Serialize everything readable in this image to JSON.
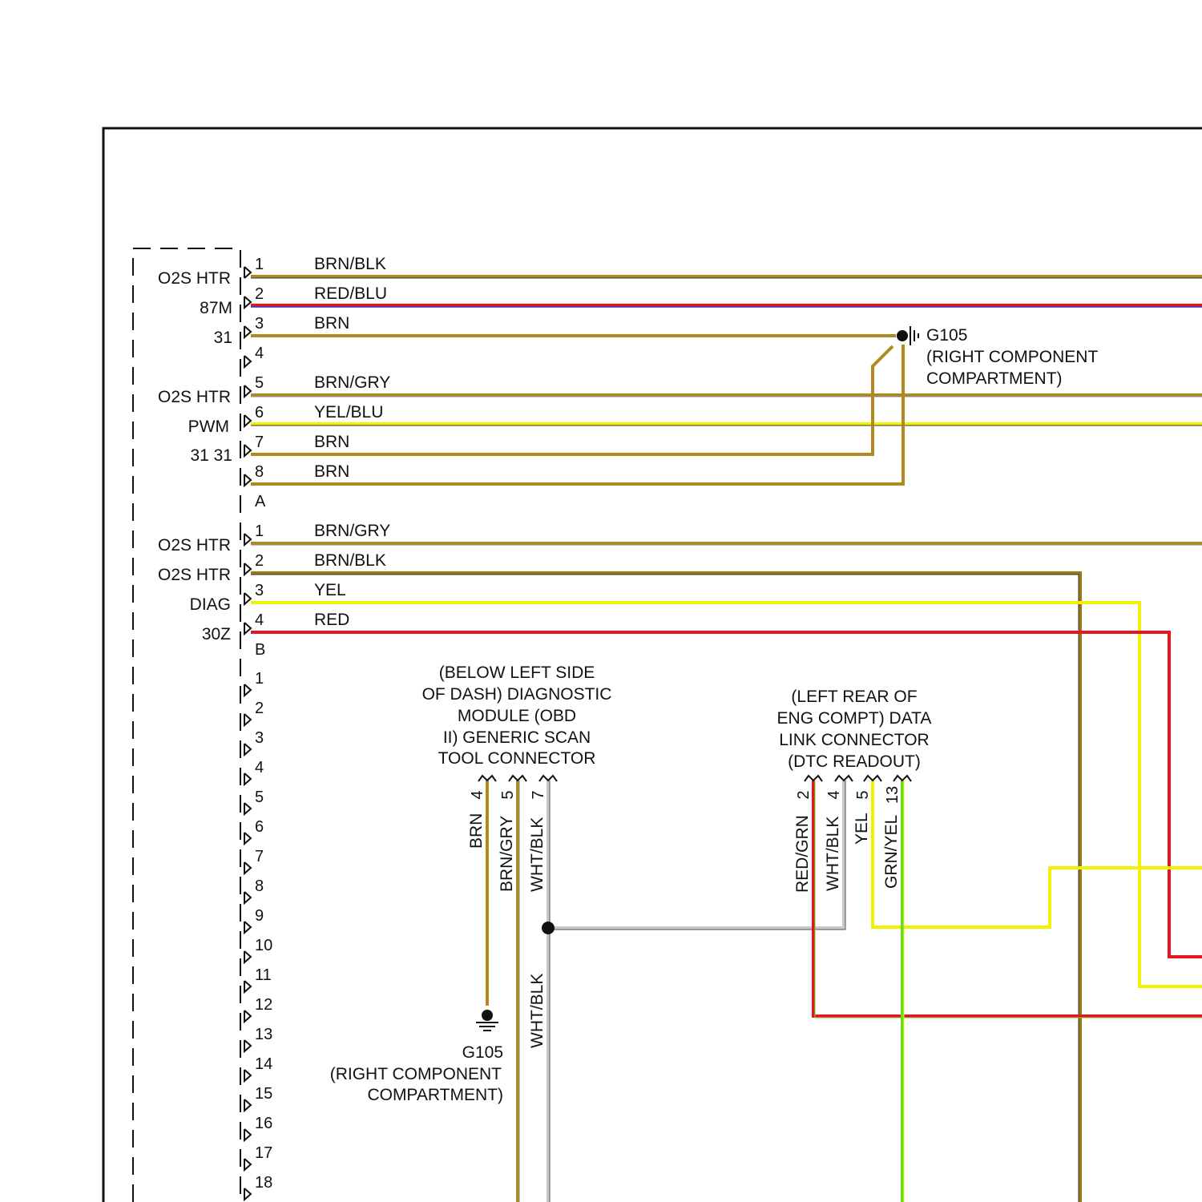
{
  "colors": {
    "brn": "#b08a1e",
    "brn_dark": "#9a7a18",
    "blk": "#333333",
    "gry": "#8a8a8a",
    "red": "#e8141c",
    "blu": "#3030d0",
    "yel": "#f2f200",
    "yel_dark": "#e8e000",
    "grn": "#66dd22",
    "wht": "#d0d0d0",
    "frame": "#111111"
  },
  "connector_a": {
    "letter": "A",
    "labels": [
      "O2S HTR",
      "87M",
      "31",
      "O2S HTR",
      "PWM",
      "31 31"
    ],
    "pins": [
      {
        "num": "1",
        "wire": "BRN/BLK"
      },
      {
        "num": "2",
        "wire": "RED/BLU"
      },
      {
        "num": "3",
        "wire": "BRN"
      },
      {
        "num": "4",
        "wire": ""
      },
      {
        "num": "5",
        "wire": "BRN/GRY"
      },
      {
        "num": "6",
        "wire": "YEL/BLU"
      },
      {
        "num": "7",
        "wire": "BRN"
      },
      {
        "num": "8",
        "wire": "BRN"
      }
    ]
  },
  "connector_b": {
    "letter": "B",
    "labels": [
      "O2S HTR",
      "O2S HTR",
      "DIAG",
      "30Z"
    ],
    "pins": [
      {
        "num": "1",
        "wire": "BRN/GRY"
      },
      {
        "num": "2",
        "wire": "BRN/BLK"
      },
      {
        "num": "3",
        "wire": "YEL"
      },
      {
        "num": "4",
        "wire": "RED"
      }
    ]
  },
  "connector_c": {
    "pins": [
      "1",
      "2",
      "3",
      "4",
      "5",
      "6",
      "7",
      "8",
      "9",
      "10",
      "11",
      "12",
      "13",
      "14",
      "15",
      "16",
      "17",
      "18"
    ]
  },
  "ground_top": {
    "name": "G105",
    "location_line1": "(RIGHT COMPONENT",
    "location_line2": "COMPARTMENT)"
  },
  "ground_bottom": {
    "name": "G105",
    "location_line1": "(RIGHT COMPONENT",
    "location_line2": "COMPARTMENT)"
  },
  "obd_connector": {
    "title_lines": [
      "(BELOW LEFT SIDE",
      "OF DASH) DIAGNOSTIC",
      "MODULE (OBD",
      "II) GENERIC SCAN",
      "TOOL CONNECTOR"
    ],
    "pins": [
      {
        "num": "4",
        "wire": "BRN"
      },
      {
        "num": "5",
        "wire": "BRN/GRY"
      },
      {
        "num": "7",
        "wire": "WHT/BLK"
      }
    ],
    "lower_wire": "WHT/BLK"
  },
  "dlc_connector": {
    "title_lines": [
      "(LEFT REAR OF",
      "ENG COMPT) DATA",
      "LINK CONNECTOR",
      "(DTC READOUT)"
    ],
    "pins": [
      {
        "num": "2",
        "wire": "RED/GRN"
      },
      {
        "num": "4",
        "wire": "WHT/BLK"
      },
      {
        "num": "5",
        "wire": "YEL"
      },
      {
        "num": "13",
        "wire": "GRN/YEL"
      }
    ]
  }
}
